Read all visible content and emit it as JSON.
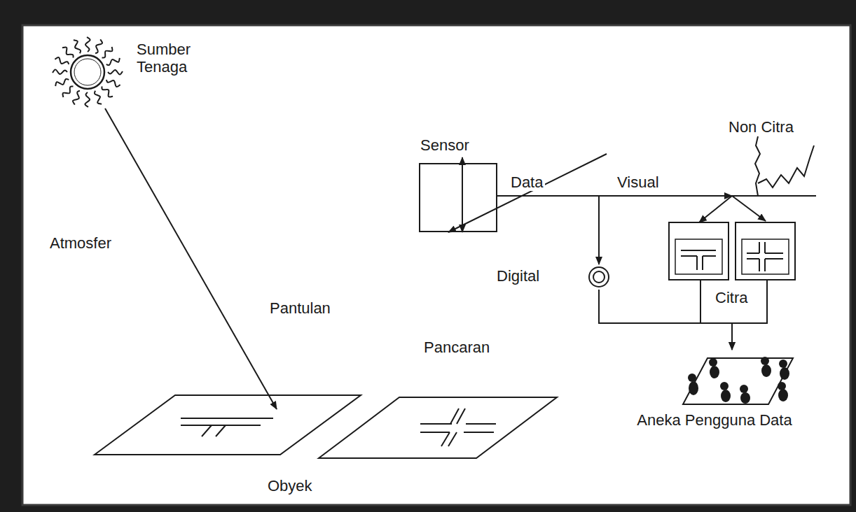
{
  "diagram": {
    "nodes": [
      {
        "text": [
          "Sumber Tenaga"
        ]
      },
      {
        "text": [
          "Obyek"
        ]
      },
      {
        "text": [
          "Sensor"
        ]
      },
      {
        "text": [
          "Digital"
        ]
      },
      {
        "text": [
          "Non Citra"
        ]
      },
      {
        "text": [
          "Citra"
        ]
      },
      {
        "text": [
          "Aneka Pengguna Data"
        ]
      }
    ],
    "edges": [
      {
        "from": 0,
        "to": 1,
        "arrow": "to",
        "label": "Atmosfer"
      },
      {
        "from": 1,
        "to": 2,
        "arrow": "to",
        "label": "Pantulan"
      },
      {
        "from": 1,
        "to": 2,
        "arrow": "both",
        "label": "Pancaran"
      },
      {
        "from": 2,
        "to": 3,
        "arrow": "to",
        "label": "Data"
      },
      {
        "from": 2,
        "to": 4,
        "arrow": "to",
        "label": "Visual"
      },
      {
        "from": 4,
        "to": 5,
        "arrow": "to"
      },
      {
        "from": 3,
        "to": 6,
        "arrow": "to"
      },
      {
        "from": 5,
        "to": 6,
        "arrow": "to"
      }
    ]
  }
}
